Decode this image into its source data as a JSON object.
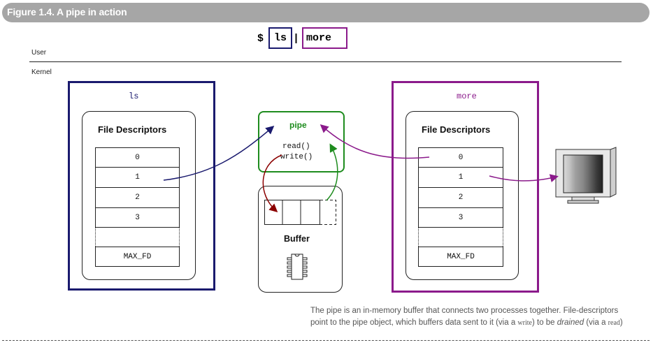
{
  "figure": {
    "title": "Figure 1.4. A pipe in action"
  },
  "command": {
    "prompt": "$",
    "left_cmd": "ls",
    "pipe_symbol": "|",
    "right_cmd": "more"
  },
  "labels": {
    "user": "User",
    "kernel": "Kernel"
  },
  "left_process": {
    "name": "ls",
    "color": "#1a1a6e",
    "fd_title": "File Descriptors",
    "fds": [
      "0",
      "1",
      "2",
      "3",
      "",
      "MAX_FD"
    ]
  },
  "right_process": {
    "name": "more",
    "color": "#8b1a8b",
    "fd_title": "File Descriptors",
    "fds": [
      "0",
      "1",
      "2",
      "3",
      "",
      "MAX_FD"
    ]
  },
  "pipe": {
    "label": "pipe",
    "read": "read()",
    "write": "write()",
    "color": "#1e8c1e"
  },
  "buffer": {
    "label": "Buffer"
  },
  "arrow_colors": {
    "ls_write": "#1a1a6e",
    "more_read": "#8b1a8b",
    "buffer_read": "#8b0000",
    "buffer_write": "#1e8c1e"
  },
  "caption": {
    "line1": "The pipe is an in-memory buffer that connects two processes together. File-descriptors",
    "line2_a": "point to the pipe object, which buffers data sent to it (via a ",
    "line2_write": "write",
    "line2_b": ") to be ",
    "line2_drained": "drained",
    "line2_c": " (via a ",
    "line2_read": "read",
    "line2_d": ")"
  },
  "icons": {
    "monitor": "monitor-icon",
    "chip": "chip-icon"
  }
}
